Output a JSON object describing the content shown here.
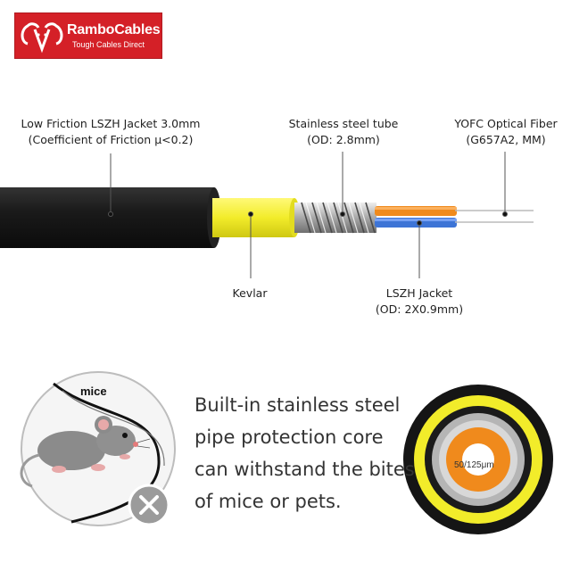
{
  "logo": {
    "brand": "RamboCables",
    "tagline": "Tough Cables Direct"
  },
  "labels": {
    "jacket_line1": "Low Friction LSZH Jacket 3.0mm",
    "jacket_line2": "(Coefficient of Friction μ<0.2)",
    "tube_line1": "Stainless steel tube",
    "tube_line2": "(OD: 2.8mm)",
    "fiber_line1": "YOFC Optical Fiber",
    "fiber_line2": "(G657A2, MM)",
    "kevlar": "Kevlar",
    "lszh_line1": "LSZH Jacket",
    "lszh_line2": "(OD: 2X0.9mm)"
  },
  "mice_label": "mice",
  "description": [
    "Built-in stainless steel",
    "pipe protection core",
    "can withstand the bites",
    "of mice or pets."
  ],
  "fiber_spec": "50/125μm",
  "colors": {
    "brand_red": "#d42027",
    "jacket": "#1b1b1b",
    "kevlar": "#f2ec2a",
    "fiber_orange": "#f08a1c",
    "fiber_blue": "#3d74d6"
  },
  "icons": {
    "logo": "ram-head-icon",
    "prohibited": "close-icon"
  }
}
